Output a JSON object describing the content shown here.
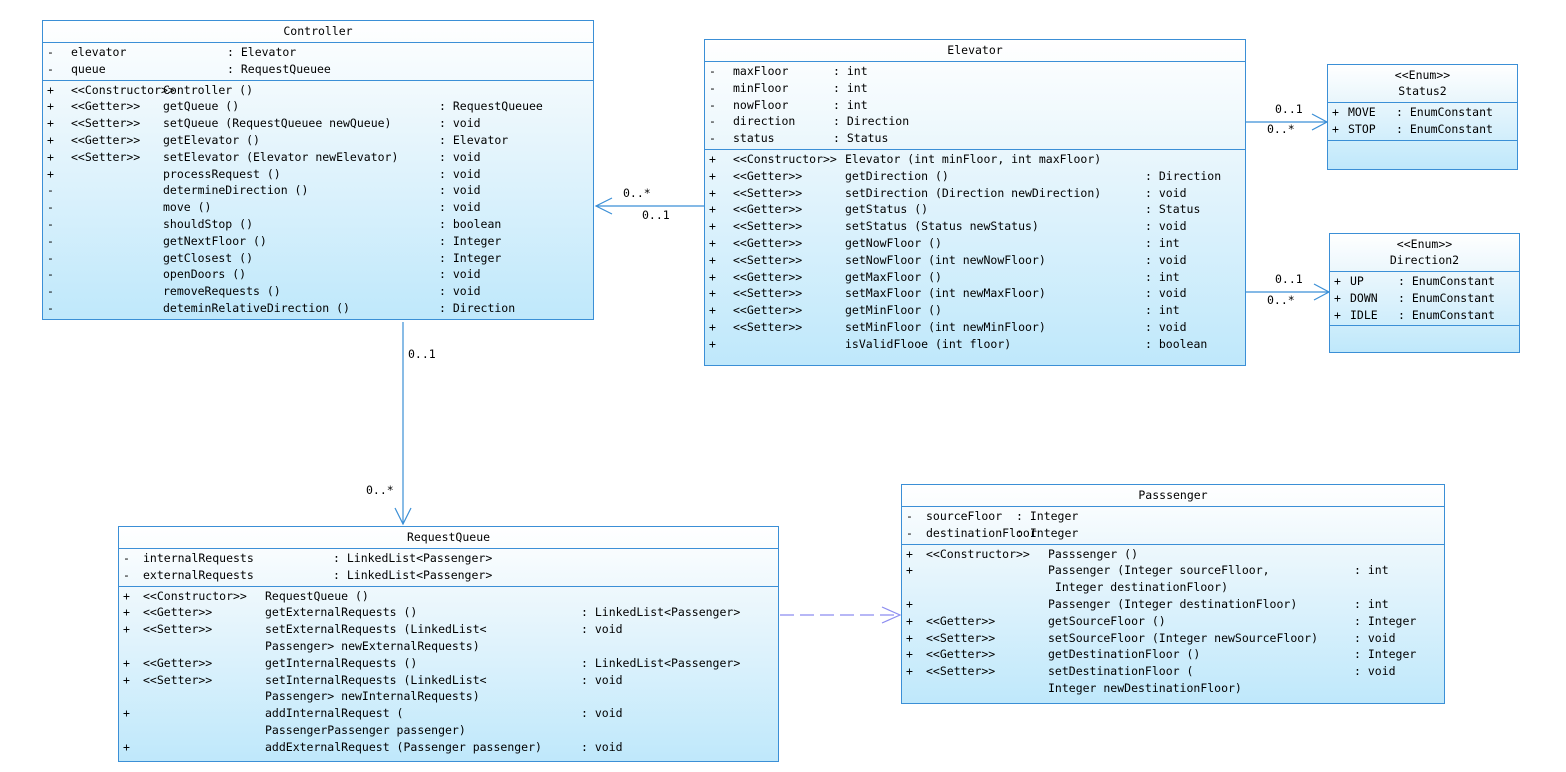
{
  "classes": {
    "controller": {
      "name": "Controller",
      "attributes": [
        {
          "vis": "-",
          "name": "elevator",
          "type": ": Elevator"
        },
        {
          "vis": "-",
          "name": "queue",
          "type": ": RequestQueuee"
        }
      ],
      "operations": [
        {
          "vis": "+",
          "stereo": "<<Constructor>>",
          "sig": "Controller ()",
          "ret": ""
        },
        {
          "vis": "+",
          "stereo": "<<Getter>>",
          "sig": "getQueue ()",
          "ret": ": RequestQueuee"
        },
        {
          "vis": "+",
          "stereo": "<<Setter>>",
          "sig": "setQueue (RequestQueuee newQueue)",
          "ret": ": void"
        },
        {
          "vis": "+",
          "stereo": "<<Getter>>",
          "sig": "getElevator ()",
          "ret": ": Elevator"
        },
        {
          "vis": "+",
          "stereo": "<<Setter>>",
          "sig": "setElevator (Elevator newElevator)",
          "ret": ": void"
        },
        {
          "vis": "+",
          "stereo": "",
          "sig": "processRequest ()",
          "ret": ": void"
        },
        {
          "vis": "-",
          "stereo": "",
          "sig": "determineDirection ()",
          "ret": ": void"
        },
        {
          "vis": "-",
          "stereo": "",
          "sig": "move ()",
          "ret": ": void"
        },
        {
          "vis": "-",
          "stereo": "",
          "sig": "shouldStop ()",
          "ret": ": boolean"
        },
        {
          "vis": "-",
          "stereo": "",
          "sig": "getNextFloor ()",
          "ret": ": Integer"
        },
        {
          "vis": "-",
          "stereo": "",
          "sig": "getClosest ()",
          "ret": ": Integer"
        },
        {
          "vis": "-",
          "stereo": "",
          "sig": "openDoors ()",
          "ret": ": void"
        },
        {
          "vis": "-",
          "stereo": "",
          "sig": "removeRequests ()",
          "ret": ": void"
        },
        {
          "vis": "-",
          "stereo": "",
          "sig": "deteminRelativeDirection ()",
          "ret": ": Direction"
        }
      ]
    },
    "elevator": {
      "name": "Elevator",
      "attributes": [
        {
          "vis": "-",
          "name": "maxFloor",
          "type": ": int"
        },
        {
          "vis": "-",
          "name": "minFloor",
          "type": ": int"
        },
        {
          "vis": "-",
          "name": "nowFloor",
          "type": ": int"
        },
        {
          "vis": "-",
          "name": "direction",
          "type": ": Direction"
        },
        {
          "vis": "-",
          "name": "status",
          "type": ": Status"
        }
      ],
      "operations": [
        {
          "vis": "+",
          "stereo": "<<Constructor>>",
          "sig": "Elevator (int minFloor, int maxFloor)",
          "ret": ""
        },
        {
          "vis": "+",
          "stereo": "<<Getter>>",
          "sig": "getDirection ()",
          "ret": ": Direction"
        },
        {
          "vis": "+",
          "stereo": "<<Setter>>",
          "sig": "setDirection (Direction newDirection)",
          "ret": ": void"
        },
        {
          "vis": "+",
          "stereo": "<<Getter>>",
          "sig": "getStatus ()",
          "ret": ": Status"
        },
        {
          "vis": "+",
          "stereo": "<<Setter>>",
          "sig": "setStatus (Status newStatus)",
          "ret": ": void"
        },
        {
          "vis": "+",
          "stereo": "<<Getter>>",
          "sig": "getNowFloor ()",
          "ret": ": int"
        },
        {
          "vis": "+",
          "stereo": "<<Setter>>",
          "sig": "setNowFloor (int newNowFloor)",
          "ret": ": void"
        },
        {
          "vis": "+",
          "stereo": "<<Getter>>",
          "sig": "getMaxFloor ()",
          "ret": ": int"
        },
        {
          "vis": "+",
          "stereo": "<<Setter>>",
          "sig": "setMaxFloor (int newMaxFloor)",
          "ret": ": void"
        },
        {
          "vis": "+",
          "stereo": "<<Getter>>",
          "sig": "getMinFloor ()",
          "ret": ": int"
        },
        {
          "vis": "+",
          "stereo": "<<Setter>>",
          "sig": "setMinFloor (int newMinFloor)",
          "ret": ": void"
        },
        {
          "vis": "+",
          "stereo": "",
          "sig": "isValidFlooe (int floor)",
          "ret": ": boolean"
        }
      ]
    },
    "status2": {
      "stereotype": "<<Enum>>",
      "name": "Status2",
      "literals": [
        {
          "vis": "+",
          "name": "MOVE",
          "type": ": EnumConstant"
        },
        {
          "vis": "+",
          "name": "STOP",
          "type": ": EnumConstant"
        }
      ]
    },
    "direction2": {
      "stereotype": "<<Enum>>",
      "name": "Direction2",
      "literals": [
        {
          "vis": "+",
          "name": "UP",
          "type": ": EnumConstant"
        },
        {
          "vis": "+",
          "name": "DOWN",
          "type": ": EnumConstant"
        },
        {
          "vis": "+",
          "name": "IDLE",
          "type": ": EnumConstant"
        }
      ]
    },
    "requestqueue": {
      "name": "RequestQueue",
      "attributes": [
        {
          "vis": "-",
          "name": "internalRequests",
          "type": ": LinkedList<Passenger>"
        },
        {
          "vis": "-",
          "name": "externalRequests",
          "type": ": LinkedList<Passenger>"
        }
      ],
      "operations": [
        {
          "vis": "+",
          "stereo": "<<Constructor>>",
          "sig": "RequestQueue ()",
          "ret": ""
        },
        {
          "vis": "+",
          "stereo": "<<Getter>>",
          "sig": "getExternalRequests ()",
          "ret": ": LinkedList<Passenger>"
        },
        {
          "vis": "+",
          "stereo": "<<Setter>>",
          "sig": "setExternalRequests (LinkedList<\nPassenger> newExternalRequests)",
          "ret": ": void"
        },
        {
          "vis": "+",
          "stereo": "<<Getter>>",
          "sig": "getInternalRequests ()",
          "ret": ": LinkedList<Passenger>"
        },
        {
          "vis": "+",
          "stereo": "<<Setter>>",
          "sig": "setInternalRequests (LinkedList<\nPassenger> newInternalRequests)",
          "ret": ": void"
        },
        {
          "vis": "+",
          "stereo": "",
          "sig": "addInternalRequest (\nPassengerPassenger passenger)",
          "ret": ": void"
        },
        {
          "vis": "+",
          "stereo": "",
          "sig": "addExternalRequest (Passenger passenger)",
          "ret": ": void"
        }
      ]
    },
    "passenger": {
      "name": "Passsenger",
      "attributes": [
        {
          "vis": "-",
          "name": "sourceFloor",
          "type": ": Integer"
        },
        {
          "vis": "-",
          "name": "destinationFloor",
          "type": ": Integer"
        }
      ],
      "operations": [
        {
          "vis": "+",
          "stereo": "<<Constructor>>",
          "sig": "Passsenger ()",
          "ret": ""
        },
        {
          "vis": "+",
          "stereo": "",
          "sig": "Passenger (Integer sourceFlloor,\n Integer destinationFloor)",
          "ret": ": int"
        },
        {
          "vis": "+",
          "stereo": "",
          "sig": "Passenger (Integer destinationFloor)",
          "ret": ": int"
        },
        {
          "vis": "+",
          "stereo": "<<Getter>>",
          "sig": "getSourceFloor ()",
          "ret": ": Integer"
        },
        {
          "vis": "+",
          "stereo": "<<Setter>>",
          "sig": "setSourceFloor (Integer newSourceFloor)",
          "ret": ": void"
        },
        {
          "vis": "+",
          "stereo": "<<Getter>>",
          "sig": "getDestinationFloor ()",
          "ret": ": Integer"
        },
        {
          "vis": "+",
          "stereo": "<<Setter>>",
          "sig": "setDestinationFloor (\nInteger newDestinationFloor)",
          "ret": ": void"
        }
      ]
    }
  },
  "multiplicities": {
    "ctrl_elev_near_ctrl": "0..*",
    "ctrl_elev_near_elev": "0..1",
    "elev_status_top": "0..1",
    "elev_status_bottom": "0..*",
    "elev_dir_top": "0..1",
    "elev_dir_bottom": "0..*",
    "ctrl_queue_top": "0..1",
    "ctrl_queue_bottom": "0..*"
  },
  "colors": {
    "border": "#3b8fd6",
    "line": "#3b8fd6",
    "dashed": "#8c8cf0"
  }
}
